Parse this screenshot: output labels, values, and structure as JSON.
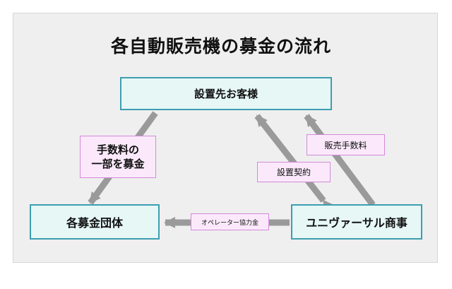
{
  "title": "各自動販売機の募金の流れ",
  "nodes": {
    "customer": "設置先お客様",
    "groups": "各募金団体",
    "universal": "ユニヴァーサル商事"
  },
  "labels": {
    "fee": "手数料の\n一部を募金",
    "sales_fee": "販売手数料",
    "contract": "設置契約",
    "operator": "オペレーター協力金"
  },
  "colors": {
    "node_fill": "#e6f7f6",
    "node_border": "#3d9eb0",
    "label_fill": "#fbe9fb",
    "label_border": "#d28ad8",
    "arrow": "#9a9a9a",
    "panel": "#efefef"
  }
}
